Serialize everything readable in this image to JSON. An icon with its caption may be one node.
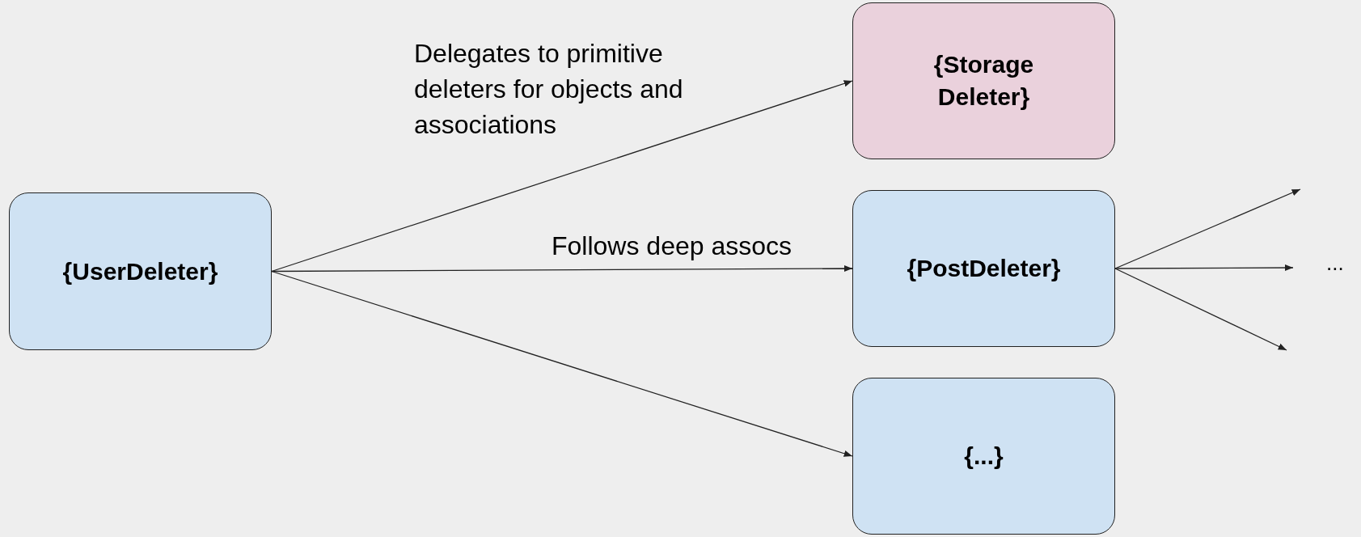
{
  "diagram": {
    "nodes": [
      {
        "text": [
          "{UserDeleter}"
        ]
      },
      {
        "text": [
          "{Storage Deleter}"
        ]
      },
      {
        "text": [
          "{PostDeleter}"
        ]
      },
      {
        "text": [
          "{...}"
        ]
      }
    ],
    "edges": [
      {
        "from": 0,
        "to": 1,
        "arrow": "to",
        "label": "Delegates to primitive deleters for objects and associations"
      },
      {
        "from": 0,
        "to": 2,
        "arrow": "to",
        "label": "Follows deep assocs"
      },
      {
        "from": 0,
        "to": 3,
        "arrow": "to"
      },
      {
        "from": 2,
        "to": null,
        "arrow": "to"
      },
      {
        "from": 2,
        "to": null,
        "arrow": "to"
      },
      {
        "from": 2,
        "to": null,
        "arrow": "to"
      }
    ],
    "labels": [
      "..."
    ]
  }
}
